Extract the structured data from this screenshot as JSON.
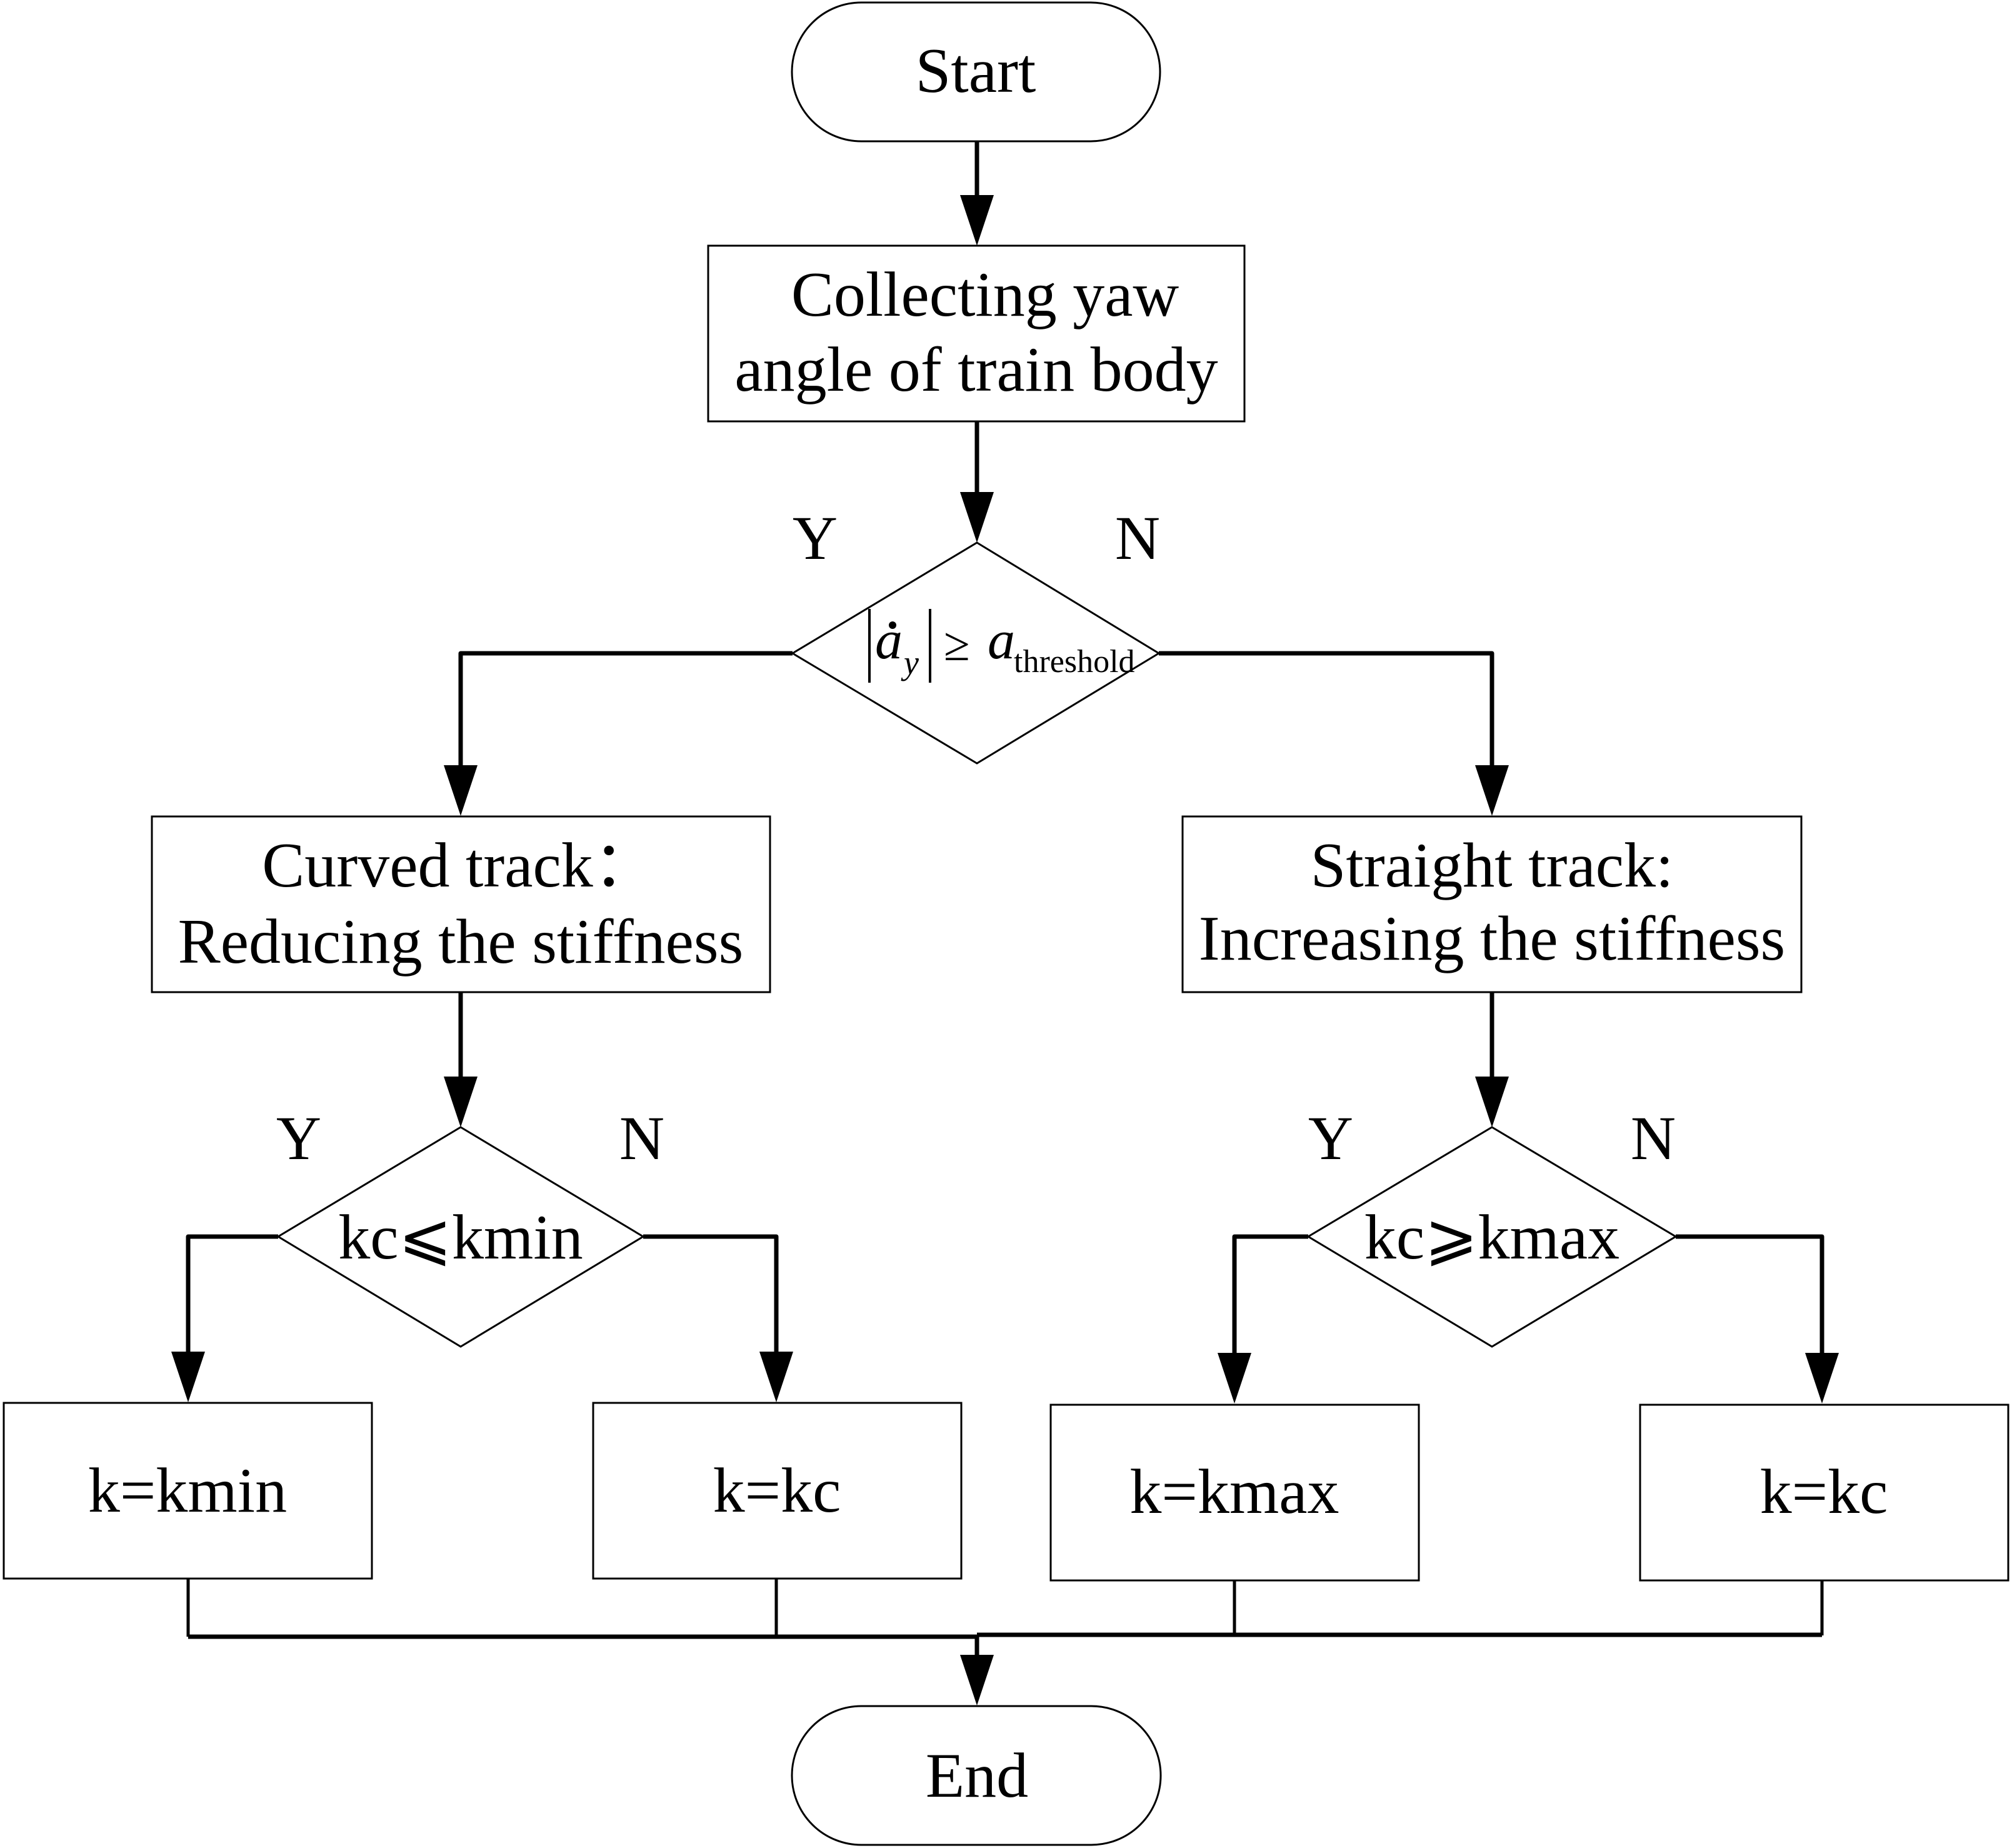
{
  "diagram": {
    "type": "flowchart",
    "nodes": {
      "start": {
        "shape": "terminal",
        "label": "Start"
      },
      "collect": {
        "shape": "process",
        "lines": [
          "Collecting yaw",
          "angle of train body"
        ]
      },
      "decision_main": {
        "shape": "decision",
        "condition": {
          "lhs_symbol": "a",
          "lhs_accent": "dot",
          "lhs_subscript": "y",
          "abs_bars": "|",
          "operator": "≥",
          "rhs_symbol": "a",
          "rhs_subscript": "threshold"
        },
        "yes_label": "Y",
        "no_label": "N"
      },
      "curved": {
        "shape": "process",
        "lines": [
          "Curved track：",
          "Reducing the stiffness"
        ]
      },
      "straight": {
        "shape": "process",
        "lines": [
          "Straight track:",
          "Increasing the stiffness"
        ]
      },
      "decision_min": {
        "shape": "decision",
        "label": "kc⩽kmin",
        "yes_label": "Y",
        "no_label": "N"
      },
      "decision_max": {
        "shape": "decision",
        "label": "kc⩾kmax",
        "yes_label": "Y",
        "no_label": "N"
      },
      "set_kmin": {
        "shape": "process",
        "label": "k=kmin"
      },
      "set_kc_left": {
        "shape": "process",
        "label": "k=kc"
      },
      "set_kmax": {
        "shape": "process",
        "label": "k=kmax"
      },
      "set_kc_right": {
        "shape": "process",
        "label": "k=kc"
      },
      "end": {
        "shape": "terminal",
        "label": "End"
      }
    },
    "edges": [
      {
        "from": "start",
        "to": "collect"
      },
      {
        "from": "collect",
        "to": "decision_main"
      },
      {
        "from": "decision_main",
        "to": "curved",
        "label": "Y"
      },
      {
        "from": "decision_main",
        "to": "straight",
        "label": "N"
      },
      {
        "from": "curved",
        "to": "decision_min"
      },
      {
        "from": "straight",
        "to": "decision_max"
      },
      {
        "from": "decision_min",
        "to": "set_kmin",
        "label": "Y"
      },
      {
        "from": "decision_min",
        "to": "set_kc_left",
        "label": "N"
      },
      {
        "from": "decision_max",
        "to": "set_kmax",
        "label": "Y"
      },
      {
        "from": "decision_max",
        "to": "set_kc_right",
        "label": "N"
      },
      {
        "from": "set_kmin",
        "to": "end"
      },
      {
        "from": "set_kc_left",
        "to": "end"
      },
      {
        "from": "set_kmax",
        "to": "end"
      },
      {
        "from": "set_kc_right",
        "to": "end"
      }
    ],
    "colors": {
      "stroke": "#000000",
      "fill": "#ffffff",
      "text": "#000000"
    }
  }
}
